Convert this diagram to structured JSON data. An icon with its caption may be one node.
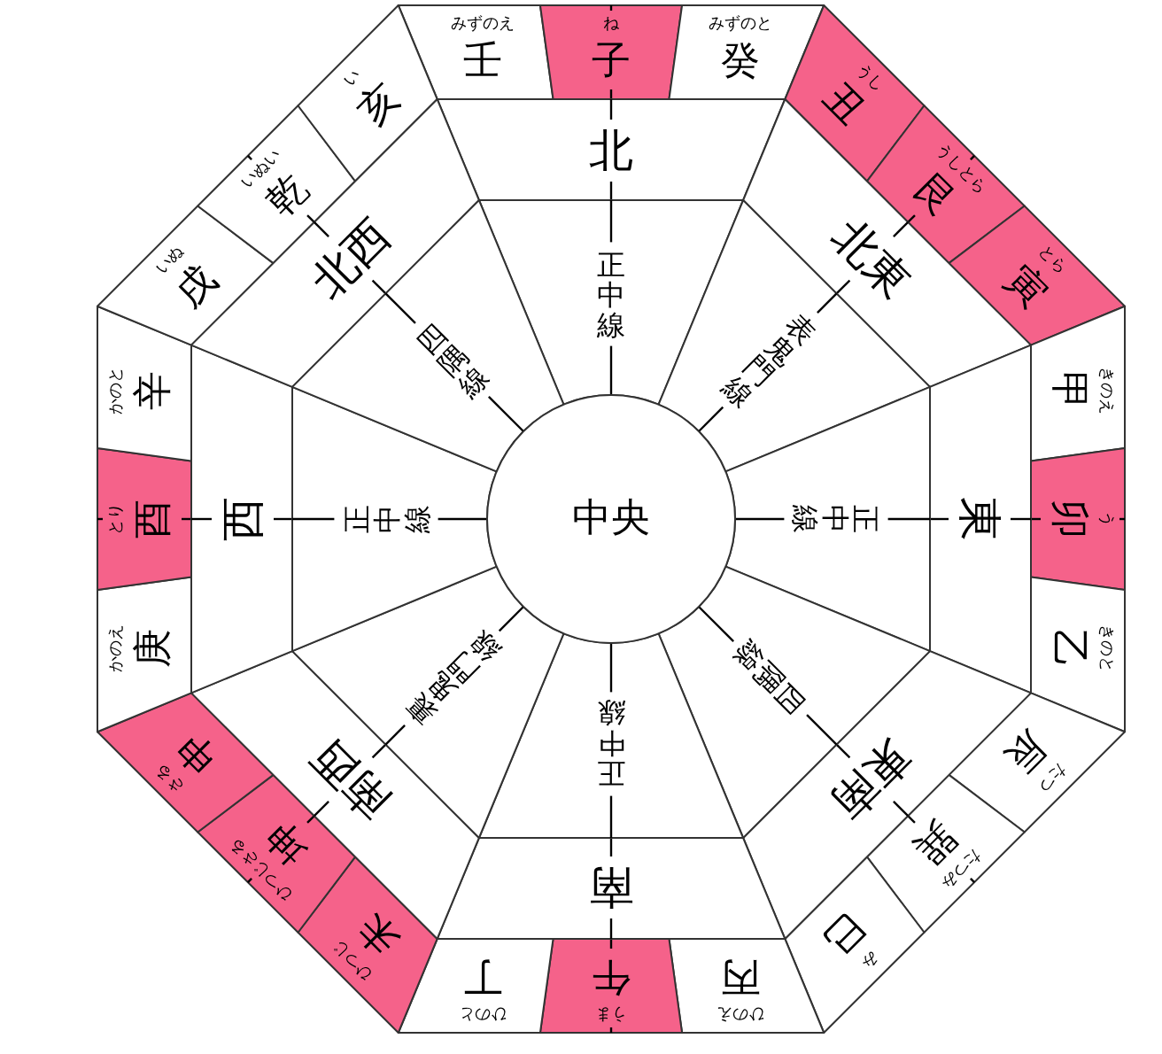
{
  "diagram": {
    "nodes": [
      {
        "text": [
          "みずのえ",
          "壬"
        ]
      },
      {
        "text": [
          "ね",
          "子"
        ]
      },
      {
        "text": [
          "みずのと",
          "癸"
        ]
      },
      {
        "text": [
          "うし",
          "丑"
        ]
      },
      {
        "text": [
          "うしとら",
          "艮"
        ]
      },
      {
        "text": [
          "とら",
          "寅"
        ]
      },
      {
        "text": [
          "きのえ",
          "甲"
        ]
      },
      {
        "text": [
          "う",
          "卯"
        ]
      },
      {
        "text": [
          "きのと",
          "乙"
        ]
      },
      {
        "text": [
          "たつ",
          "辰"
        ]
      },
      {
        "text": [
          "たつみ",
          "巽"
        ]
      },
      {
        "text": [
          "み",
          "巳"
        ]
      },
      {
        "text": [
          "ひのえ",
          "丙"
        ]
      },
      {
        "text": [
          "うま",
          "午"
        ]
      },
      {
        "text": [
          "ひのと",
          "丁"
        ]
      },
      {
        "text": [
          "ひつじ",
          "未"
        ]
      },
      {
        "text": [
          "ひつじさる",
          "坤"
        ]
      },
      {
        "text": [
          "さる",
          "申"
        ]
      },
      {
        "text": [
          "かのえ",
          "庚"
        ]
      },
      {
        "text": [
          "とり",
          "酉"
        ]
      },
      {
        "text": [
          "かのと",
          "辛"
        ]
      },
      {
        "text": [
          "いぬ",
          "戌"
        ]
      },
      {
        "text": [
          "いぬい",
          "乾"
        ]
      },
      {
        "text": [
          "い",
          "亥"
        ]
      },
      {
        "text": [
          "北"
        ]
      },
      {
        "text": [
          "北東"
        ]
      },
      {
        "text": [
          "東"
        ]
      },
      {
        "text": [
          "東南"
        ]
      },
      {
        "text": [
          "南"
        ]
      },
      {
        "text": [
          "南西"
        ]
      },
      {
        "text": [
          "西"
        ]
      },
      {
        "text": [
          "北西"
        ]
      },
      {
        "text": [
          "正中線"
        ]
      },
      {
        "text": [
          "表鬼門線"
        ]
      },
      {
        "text": [
          "正中線"
        ]
      },
      {
        "text": [
          "四隅線"
        ]
      },
      {
        "text": [
          "正中線"
        ]
      },
      {
        "text": [
          "裏鬼門線"
        ]
      },
      {
        "text": [
          "正中線"
        ]
      },
      {
        "text": [
          "四隅線"
        ]
      },
      {
        "text": [
          "中央"
        ]
      }
    ]
  }
}
